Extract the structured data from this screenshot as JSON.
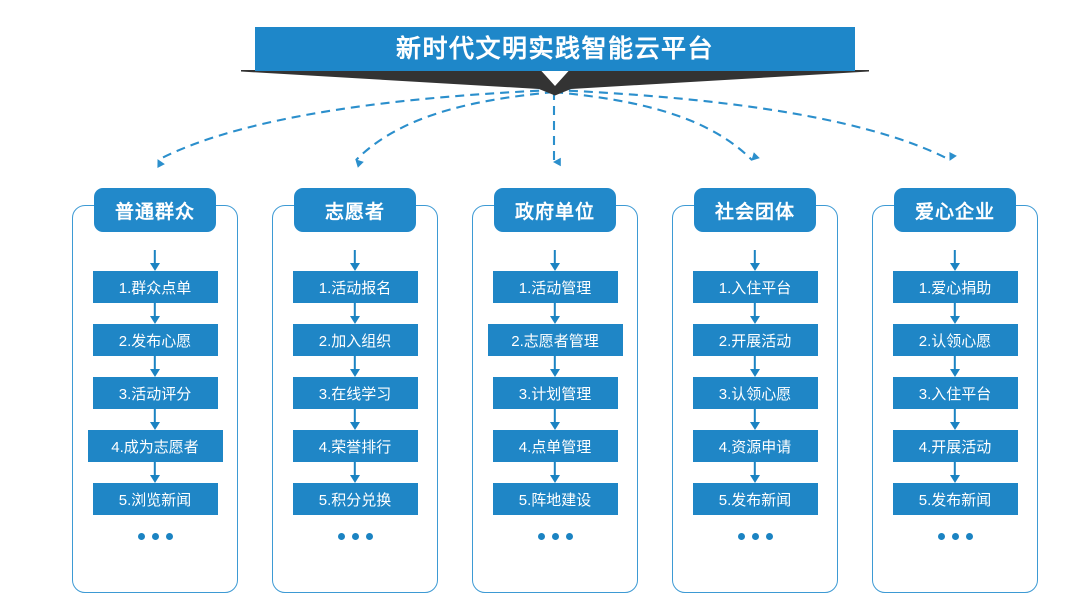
{
  "banner": {
    "title": "新时代文明实践智能云平台",
    "bar_color": "#1e87c9",
    "shadow_color": "#333333"
  },
  "theme": {
    "box_blue": "#1f86c6",
    "header_blue": "#2289ca",
    "outline_blue": "#3d9ad4",
    "arrow_blue": "#1b83c2",
    "text_white": "#ffffff",
    "background": "#ffffff"
  },
  "ellipsis_label": "...",
  "columns": [
    {
      "header": "普通群众",
      "items": [
        "1.群众点单",
        "2.发布心愿",
        "3.活动评分",
        "4.成为志愿者",
        "5.浏览新闻"
      ]
    },
    {
      "header": "志愿者",
      "items": [
        "1.活动报名",
        "2.加入组织",
        "3.在线学习",
        "4.荣誉排行",
        "5.积分兑换"
      ]
    },
    {
      "header": "政府单位",
      "items": [
        "1.活动管理",
        "2.志愿者管理",
        "3.计划管理",
        "4.点单管理",
        "5.阵地建设"
      ]
    },
    {
      "header": "社会团体",
      "items": [
        "1.入住平台",
        "2.开展活动",
        "3.认领心愿",
        "4.资源申请",
        "5.发布新闻"
      ]
    },
    {
      "header": "爱心企业",
      "items": [
        "1.爱心捐助",
        "2.认领心愿",
        "3.入住平台",
        "4.开展活动",
        "5.发布新闻"
      ]
    }
  ]
}
